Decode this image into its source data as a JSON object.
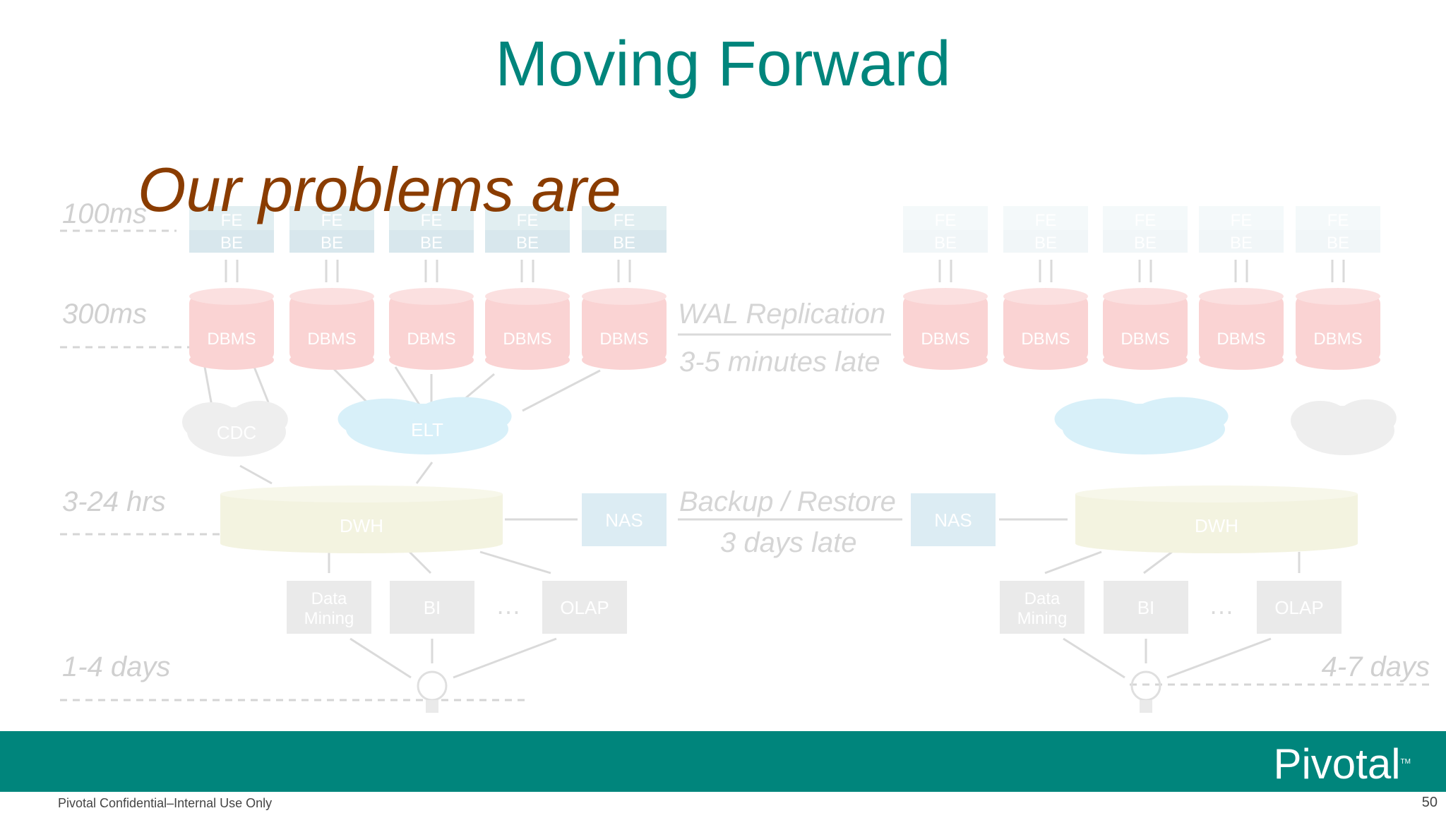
{
  "slide": {
    "title": "Moving Forward",
    "subtitle": "Our problems are",
    "footer": "Pivotal Confidential–Internal Use Only",
    "page_number": "50",
    "logo": "Pivotal",
    "logo_tm": "TM"
  },
  "diagram": {
    "latency_labels": [
      "100ms",
      "300ms",
      "3-24 hrs",
      "1-4 days",
      "4-7 days"
    ],
    "fe_label": "FE",
    "be_label": "BE",
    "dbms_label": "DBMS",
    "cdc_label": "CDC",
    "elt_label": "ELT",
    "dwh_label": "DWH",
    "nas_label": "NAS",
    "wal_label": "WAL Replication",
    "wal_note": "3-5 minutes late",
    "backup_label": "Backup / Restore",
    "backup_note": "3 days late",
    "data_mining_label": [
      "Data",
      "Mining"
    ],
    "bi_label": "BI",
    "olap_label": "OLAP",
    "ellipsis": "…"
  },
  "colors": {
    "title": "#00857c",
    "subtitle": "#8a3c00",
    "bar": "#00857c",
    "dbms": "#f07070",
    "app_server": "#9fc8d2",
    "dwh": "#d9d99b",
    "nas": "#8fc3d8",
    "elt": "#7fd0ee",
    "cdc": "#c8c8c8",
    "bi_box": "#bdbdbd"
  }
}
